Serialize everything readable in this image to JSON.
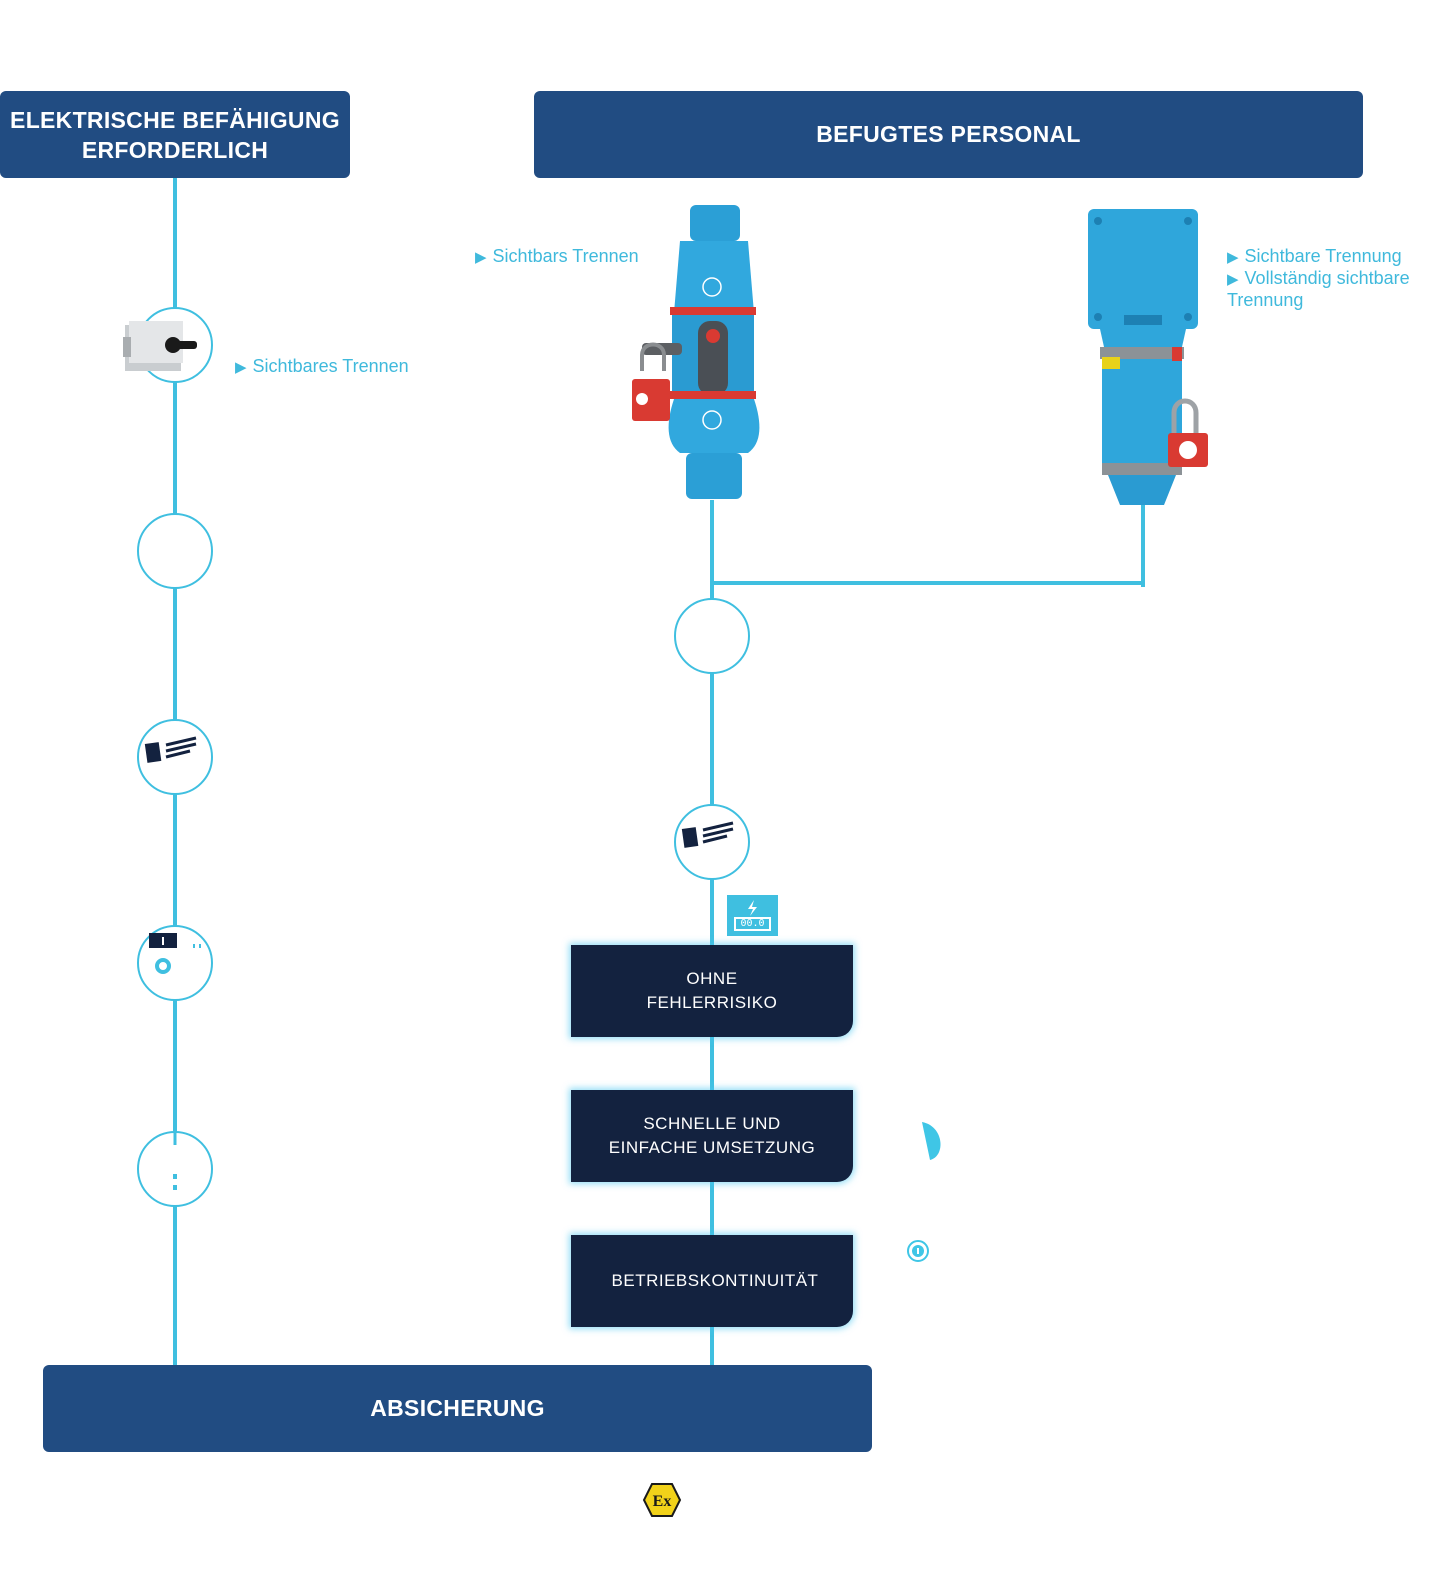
{
  "headers": {
    "left": "ELEKTRISCHE BEFÄHIGUNG\nERFORDERLICH",
    "right": "BEFUGTES PERSONAL",
    "bottom": "ABSICHERUNG"
  },
  "labels": {
    "switch": "Sichtbares Trennen",
    "connector": "Sichtbars Trennen",
    "socket_line1": "Sichtbare Trennung",
    "socket_line2": "Vollständig sichtbare",
    "socket_line3": "Trennung"
  },
  "boxes": {
    "no_error": "OHNE\nFEHLERRISIKO",
    "fast": "SCHNELLE UND\nEINFACHE UMSETZUNG",
    "continuity": "BETRIEBSKONTINUITÄT"
  },
  "meter_reading": "00.0",
  "ex_mark": "Ex",
  "icons": {
    "switch": "rotary-disconnect-switch",
    "connector": "plug-connector-with-padlock",
    "socket": "socket-with-padlock",
    "document": "document-icon",
    "voltage_tester": "voltage-tester-icon",
    "meter": "voltage-meter-icon",
    "atex": "atex-ex-icon"
  },
  "colors": {
    "header": "#214c82",
    "line": "#3fbfe0",
    "box": "#13223f",
    "product": "#2fa6db",
    "padlock": "#d93a32"
  }
}
